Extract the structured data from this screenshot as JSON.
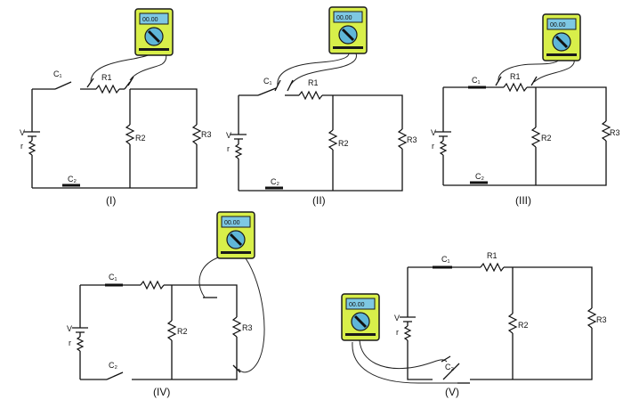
{
  "labels": {
    "C1": "C₁",
    "C2": "C₂",
    "R1": "R1",
    "R2": "R2",
    "R3": "R3",
    "V": "V",
    "r": "r"
  },
  "meter_display": "00.00",
  "circuits": [
    {
      "numeral": "(I)"
    },
    {
      "numeral": "(II)"
    },
    {
      "numeral": "(III)"
    },
    {
      "numeral": "(IV)"
    },
    {
      "numeral": "(V)"
    }
  ],
  "colors": {
    "meter_body": "#d8ef4a",
    "meter_outline": "#1a1a1a",
    "meter_screen": "#7ec8e3",
    "meter_dial": "#5fb6d8",
    "wire": "#111111"
  },
  "icons": [
    "multimeter-icon",
    "battery-icon",
    "resistor-icon",
    "switch-icon",
    "capacitor-icon"
  ]
}
